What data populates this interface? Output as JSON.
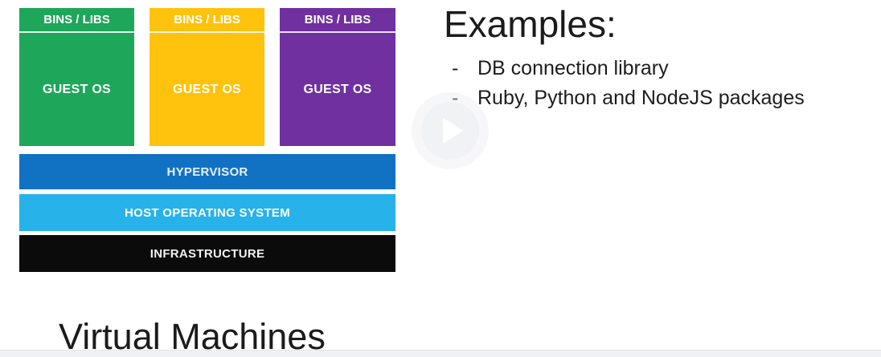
{
  "diagram": {
    "columns": [
      {
        "header": "BINS / LIBS",
        "body": "GUEST OS",
        "color": "#1EA65A"
      },
      {
        "header": "BINS / LIBS",
        "body": "GUEST OS",
        "color": "#FFC20D"
      },
      {
        "header": "BINS / LIBS",
        "body": "GUEST OS",
        "color": "#7030A0"
      }
    ],
    "layers": [
      {
        "label": "HYPERVISOR",
        "color": "#1172C4",
        "text_color": "#E9F1FA"
      },
      {
        "label": "HOST OPERATING SYSTEM",
        "color": "#27B2EA",
        "text_color": "#FFFFFF"
      },
      {
        "label": "INFRASTRUCTURE",
        "color": "#0B0B0B",
        "text_color": "#F2F2F2"
      }
    ]
  },
  "examples": {
    "heading": "Examples:",
    "bullet_char": "-",
    "items": [
      "DB connection library",
      "Ruby, Python and NodeJS packages"
    ]
  },
  "title": "Virtual Machines",
  "video": {
    "play_icon": "play-icon"
  }
}
